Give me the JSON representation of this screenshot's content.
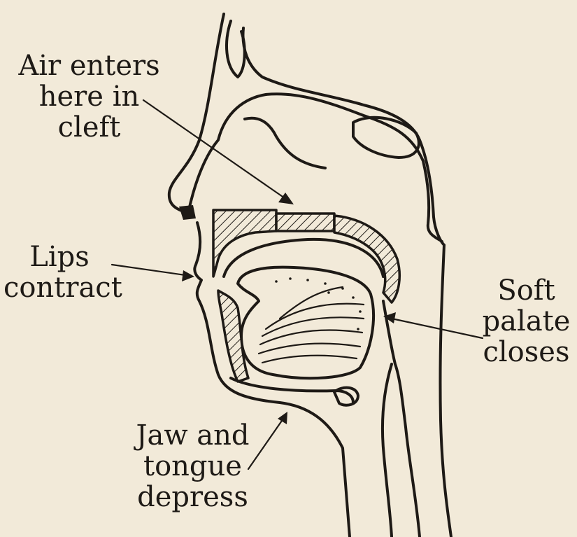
{
  "labels": {
    "air_enters": "Air enters\nhere in\ncleft",
    "lips_contract": "Lips\ncontract",
    "soft_palate_closes": "Soft\npalate\ncloses",
    "jaw_tongue_depress": "Jaw and\ntongue\ndepress"
  },
  "colors": {
    "paper": "#f2ead9",
    "ink": "#1e1a16"
  }
}
